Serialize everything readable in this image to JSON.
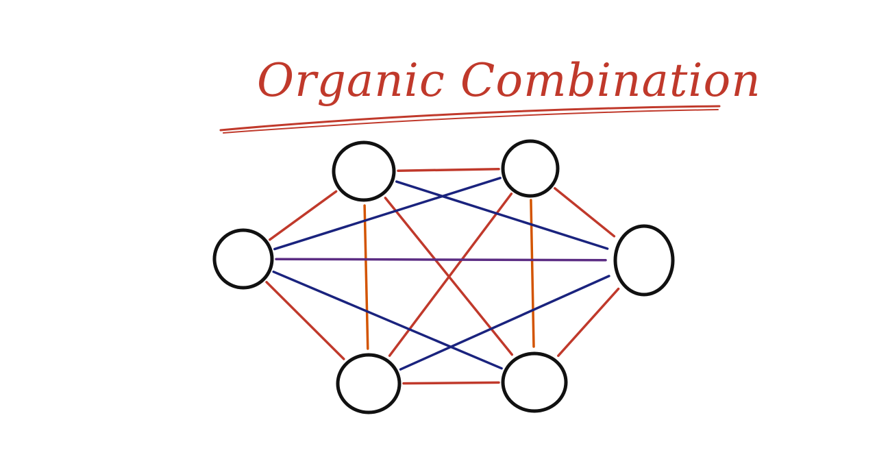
{
  "title": {
    "text": "Organic Combination",
    "color": "#c0392b"
  },
  "colors": {
    "node_outline": "#111111",
    "edge_red": "#c0392b",
    "edge_orange": "#d35400",
    "edge_blue": "#1a237e",
    "edge_purple": "#5b2c83",
    "underline": "#c0392b"
  },
  "nodes": [
    {
      "id": "left"
    },
    {
      "id": "top-left"
    },
    {
      "id": "top-right"
    },
    {
      "id": "right"
    },
    {
      "id": "bottom-left"
    },
    {
      "id": "bottom-right"
    }
  ],
  "edges": [
    {
      "from": "left",
      "to": "top-left",
      "color": "edge_red"
    },
    {
      "from": "top-left",
      "to": "top-right",
      "color": "edge_red"
    },
    {
      "from": "top-right",
      "to": "right",
      "color": "edge_red"
    },
    {
      "from": "right",
      "to": "bottom-right",
      "color": "edge_red"
    },
    {
      "from": "bottom-right",
      "to": "bottom-left",
      "color": "edge_red"
    },
    {
      "from": "bottom-left",
      "to": "left",
      "color": "edge_red"
    },
    {
      "from": "top-left",
      "to": "bottom-left",
      "color": "edge_orange"
    },
    {
      "from": "top-right",
      "to": "bottom-right",
      "color": "edge_orange"
    },
    {
      "from": "top-left",
      "to": "bottom-right",
      "color": "edge_red"
    },
    {
      "from": "top-right",
      "to": "bottom-left",
      "color": "edge_red"
    },
    {
      "from": "left",
      "to": "top-right",
      "color": "edge_blue"
    },
    {
      "from": "left",
      "to": "bottom-right",
      "color": "edge_blue"
    },
    {
      "from": "top-left",
      "to": "right",
      "color": "edge_blue"
    },
    {
      "from": "bottom-left",
      "to": "right",
      "color": "edge_blue"
    },
    {
      "from": "left",
      "to": "right",
      "color": "edge_purple"
    }
  ]
}
